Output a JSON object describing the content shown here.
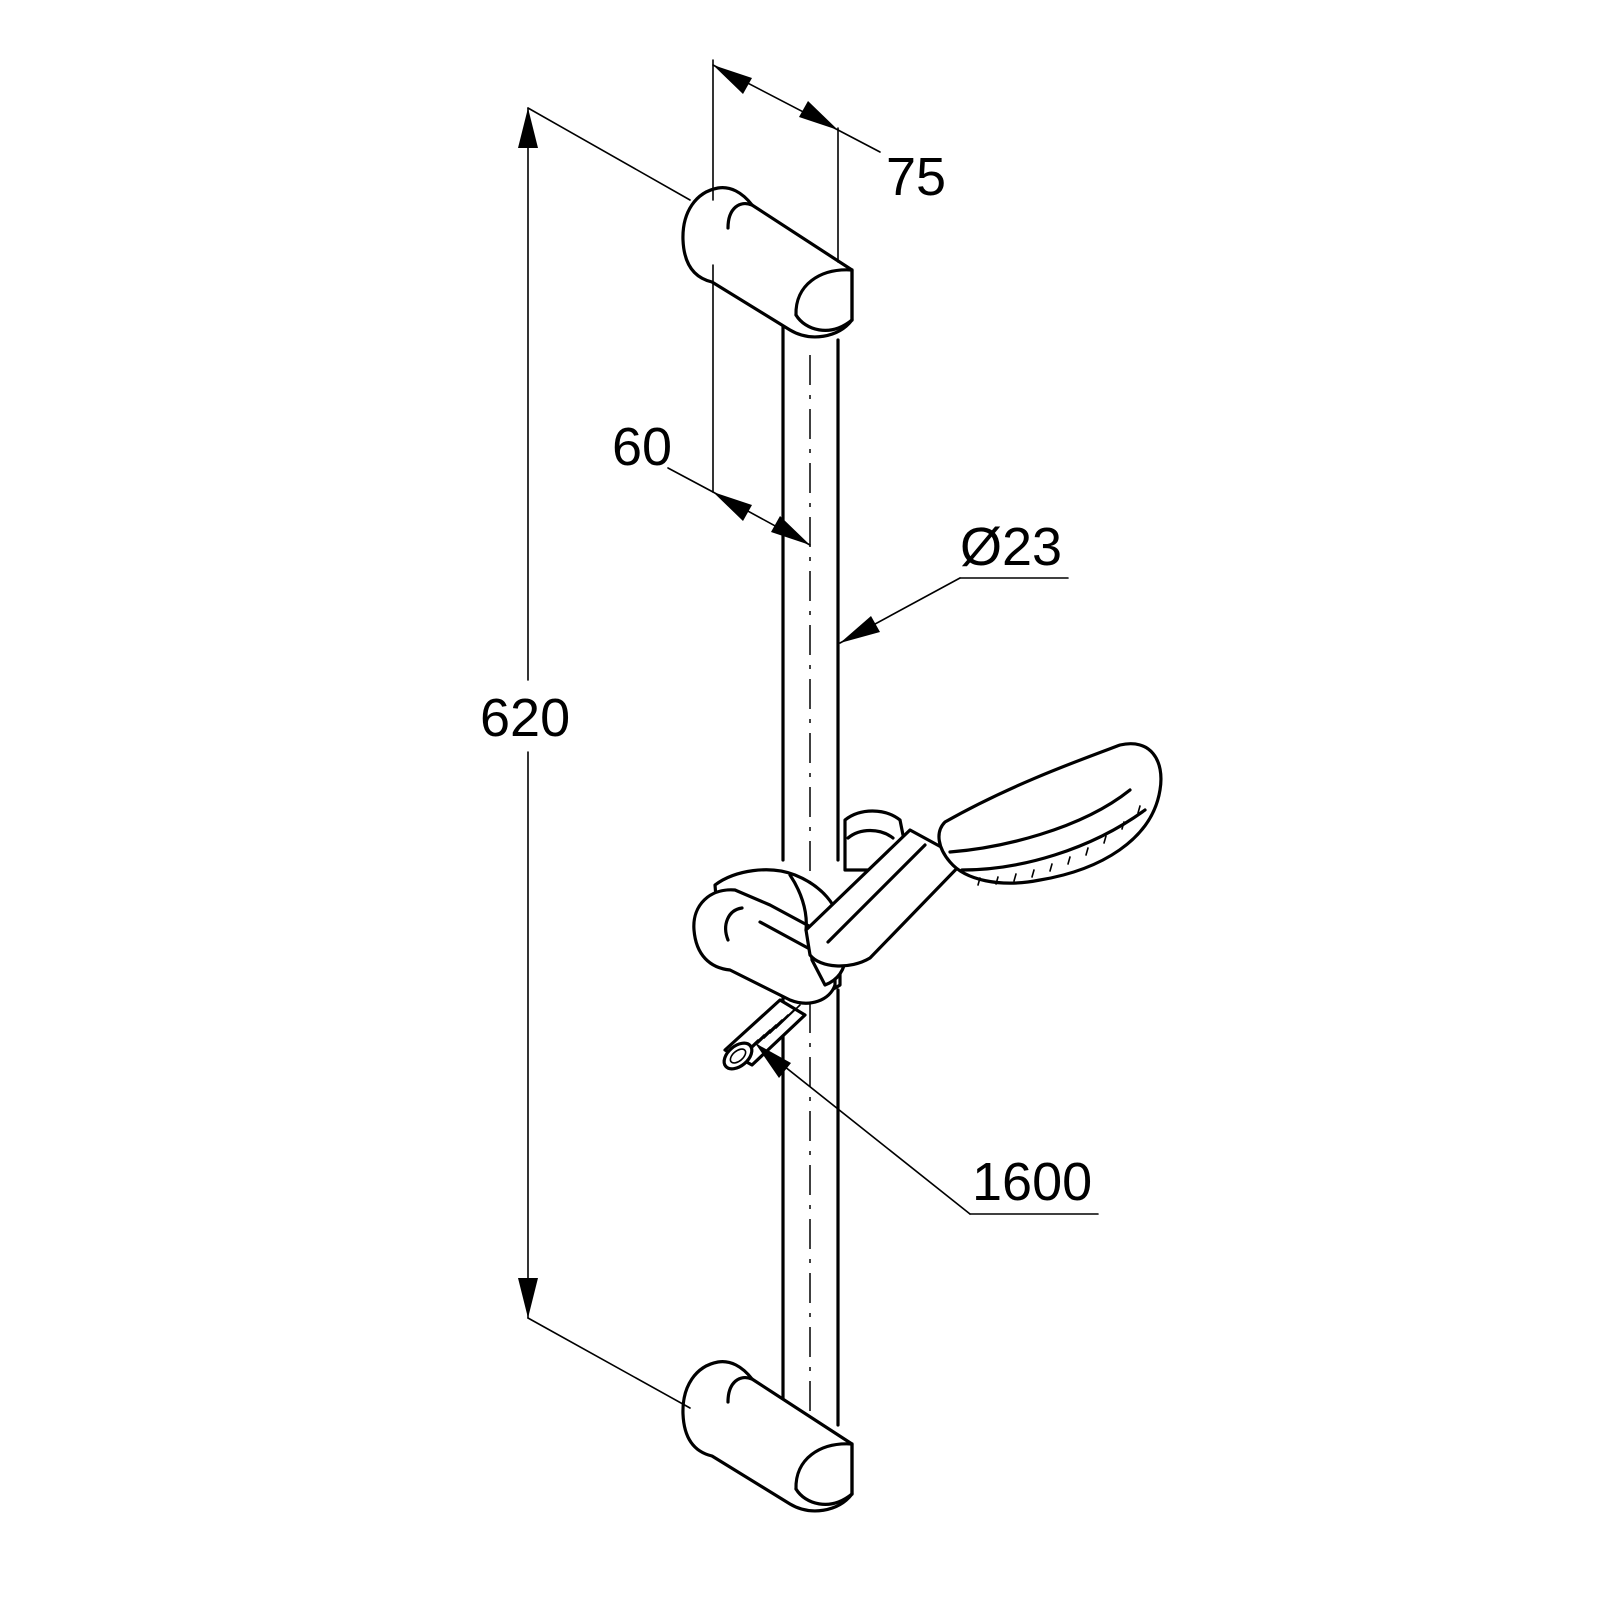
{
  "drawing": {
    "subject": "shower rail set with hand shower and hose",
    "colors": {
      "line": "#000000",
      "background": "#ffffff"
    }
  },
  "dimensions": {
    "top_depth": "75",
    "rail_offset": "60",
    "rail_diameter": "Ø23",
    "overall_height": "620",
    "hose_length": "1600"
  }
}
